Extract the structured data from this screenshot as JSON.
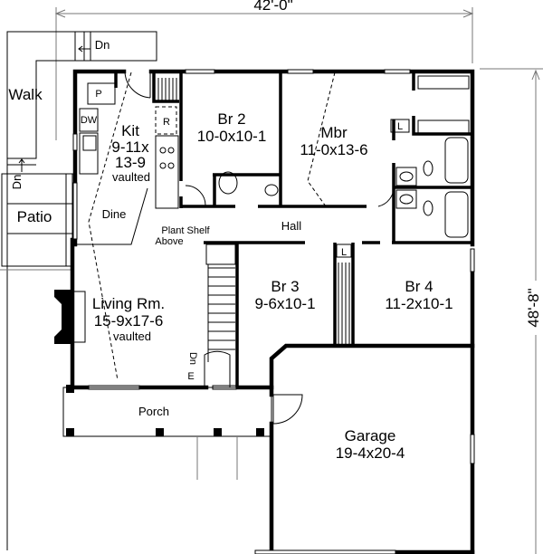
{
  "dimensions": {
    "width": "42'-0\"",
    "depth": "48'-8\""
  },
  "rooms": {
    "walk": "Walk",
    "patio": "Patio",
    "kit": {
      "name": "Kit",
      "size1": "9-11x",
      "size2": "13-9",
      "note": "vaulted"
    },
    "dine": "Dine",
    "br2": {
      "name": "Br 2",
      "size": "10-0x10-1"
    },
    "mbr": {
      "name": "Mbr",
      "size": "11-0x13-6"
    },
    "hall": "Hall",
    "br3": {
      "name": "Br 3",
      "size": "9-6x10-1"
    },
    "br4": {
      "name": "Br 4",
      "size": "11-2x10-1"
    },
    "living": {
      "name": "Living Rm.",
      "size": "15-9x17-6",
      "note": "vaulted"
    },
    "porch": "Porch",
    "garage": {
      "name": "Garage",
      "size": "19-4x20-4"
    }
  },
  "fixtures": {
    "pantry": "P",
    "dishwasher": "DW",
    "refrigerator": "R",
    "linen1": "L",
    "linen2": "L",
    "entry": "E",
    "down1": "Dn",
    "down2": "Dn",
    "down3": "Dn",
    "plant_shelf_1": "Plant Shelf",
    "plant_shelf_2": "Above"
  }
}
